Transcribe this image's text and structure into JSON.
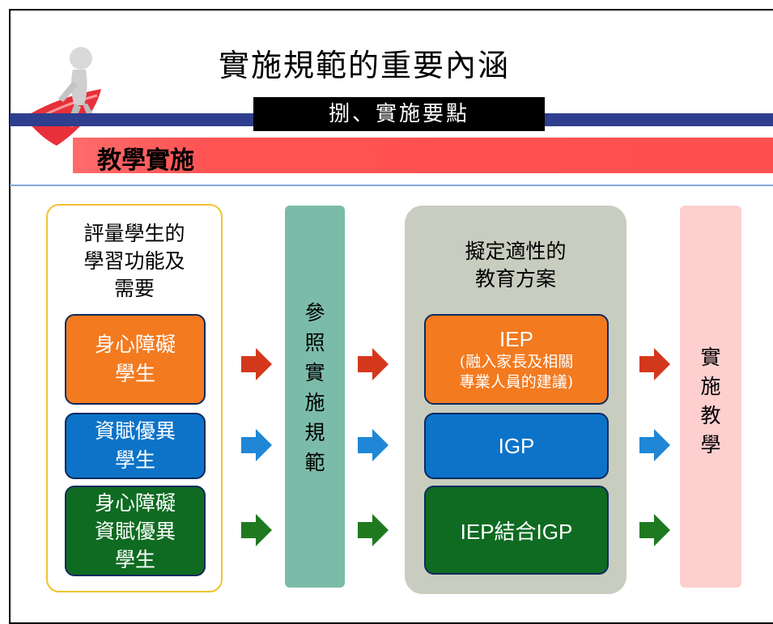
{
  "slide": {
    "title": "實施規範的重要內涵",
    "subtitle": "捌、實施要點",
    "banner": "教學實施"
  },
  "columns": {
    "assess": {
      "title": "評量學生的\n學習功能及\n需要",
      "items": [
        {
          "label": "身心障礙\n學生",
          "color": "#f37a1f"
        },
        {
          "label": "資賦優異\n學生",
          "color": "#0c73c9"
        },
        {
          "label": "身心障礙\n資賦優異\n學生",
          "color": "#0f6b21"
        }
      ]
    },
    "reference": {
      "label": "參\n照\n實\n施\n規\n範"
    },
    "plan": {
      "title": "擬定適性的\n教育方案",
      "items": [
        {
          "label": "IEP",
          "note": "(融入家長及相關\n專業人員的建議)"
        },
        {
          "label": "IGP"
        },
        {
          "label": "IEP結合IGP"
        }
      ]
    },
    "implement": {
      "label": "實\n施\n教\n學"
    }
  },
  "colors": {
    "title_bar": "#2f3e8e",
    "banner": "#ff5050",
    "arrow_red": "#d4381c",
    "arrow_blue": "#1f87d6",
    "arrow_green": "#1f7a1f"
  }
}
